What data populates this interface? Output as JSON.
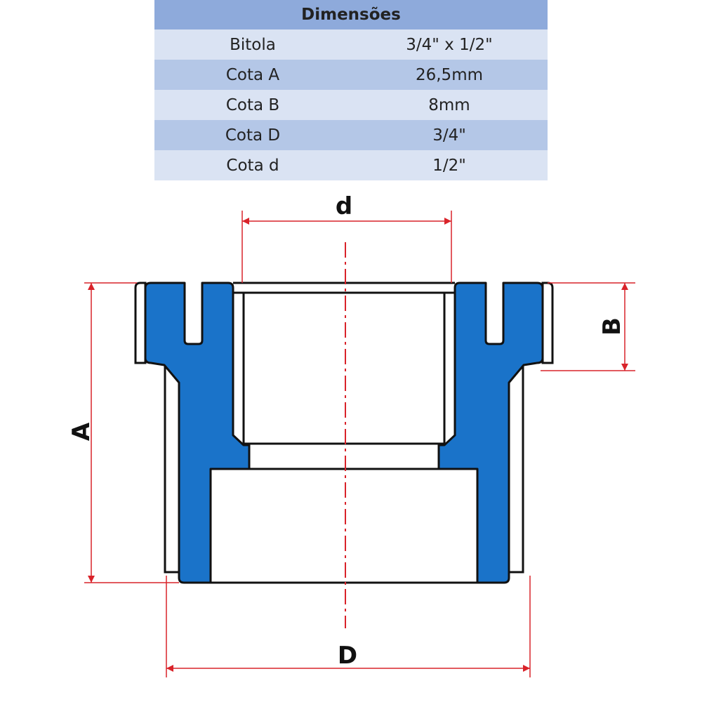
{
  "table": {
    "title": "Dimensões",
    "rows": [
      {
        "label": "Bitola",
        "value": "3/4\" x 1/2\""
      },
      {
        "label": "Cota A",
        "value": "26,5mm"
      },
      {
        "label": "Cota B",
        "value": "8mm"
      },
      {
        "label": "Cota D",
        "value": "3/4\""
      },
      {
        "label": "Cota d",
        "value": "1/2\""
      }
    ]
  },
  "diagram": {
    "labels": {
      "d": "d",
      "A": "A",
      "B": "B",
      "D": "D"
    },
    "colors": {
      "part": "#1a73c9",
      "dimension": "#d9232a",
      "header": "#8eaadb",
      "row_light": "#dae3f3",
      "row_mid": "#b4c7e7"
    }
  }
}
